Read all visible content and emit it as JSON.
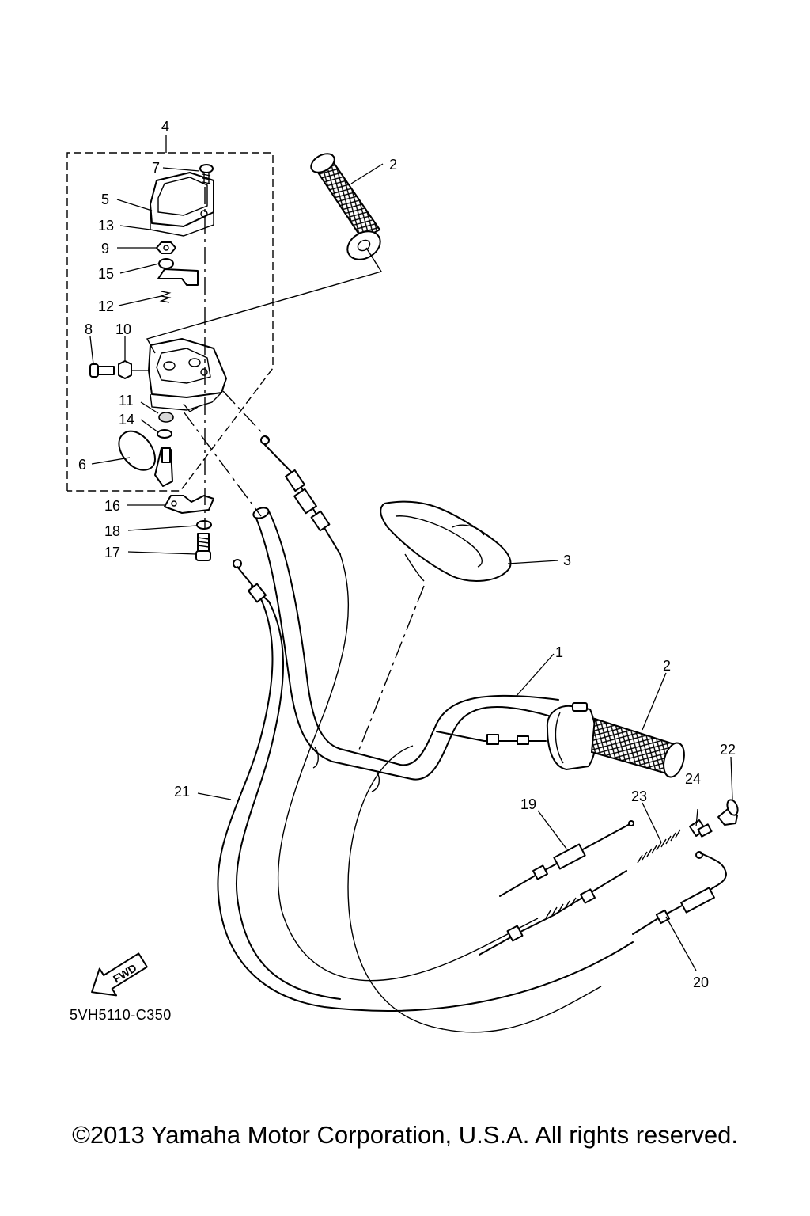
{
  "diagram": {
    "callouts": [
      "1",
      "2",
      "3",
      "4",
      "5",
      "6",
      "7",
      "8",
      "9",
      "10",
      "11",
      "12",
      "13",
      "14",
      "15",
      "16",
      "17",
      "18",
      "19",
      "20",
      "21",
      "22",
      "23",
      "24"
    ],
    "drawing_code": "5VH5110-C350",
    "fwd_label": "FWD"
  },
  "footer": {
    "copyright": "©2013 Yamaha Motor Corporation, U.S.A. All rights reserved."
  }
}
